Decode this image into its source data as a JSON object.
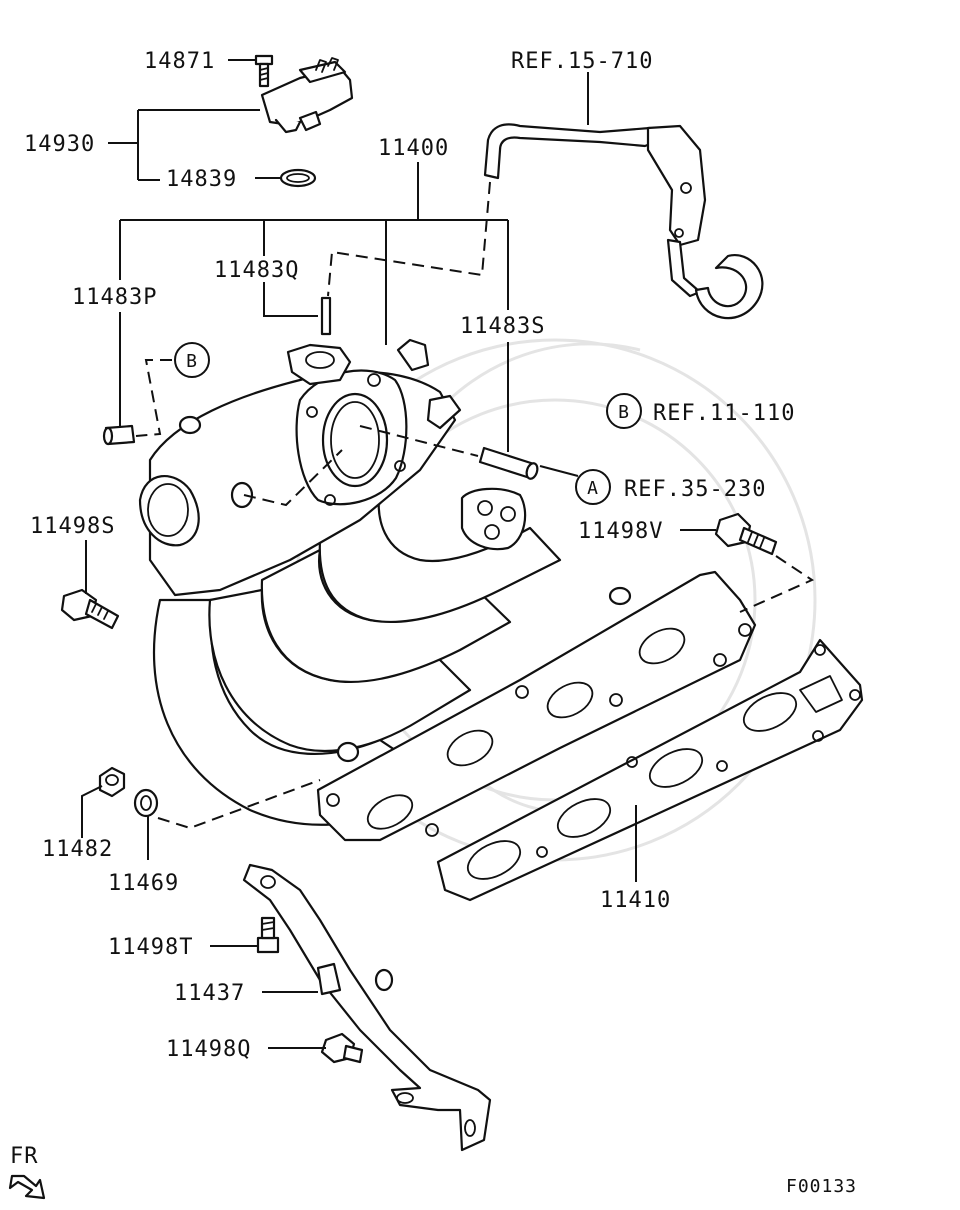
{
  "diagram": {
    "drawing_code": "F00133",
    "direction_label": "FR",
    "parts": {
      "p14871": "14871",
      "p14930": "14930",
      "p14839": "14839",
      "p11400": "11400",
      "p11483Q": "11483Q",
      "p11483P": "11483P",
      "p11483S": "11483S",
      "p11498S": "11498S",
      "p11498V": "11498V",
      "p11482": "11482",
      "p11469": "11469",
      "p11410": "11410",
      "p11498T": "11498T",
      "p11437": "11437",
      "p11498Q": "11498Q"
    },
    "references": {
      "ref_hose": "REF.15-710",
      "ref_b": "REF.11-110",
      "ref_a": "REF.35-230"
    },
    "callouts": {
      "a": "A",
      "b": "B"
    }
  }
}
